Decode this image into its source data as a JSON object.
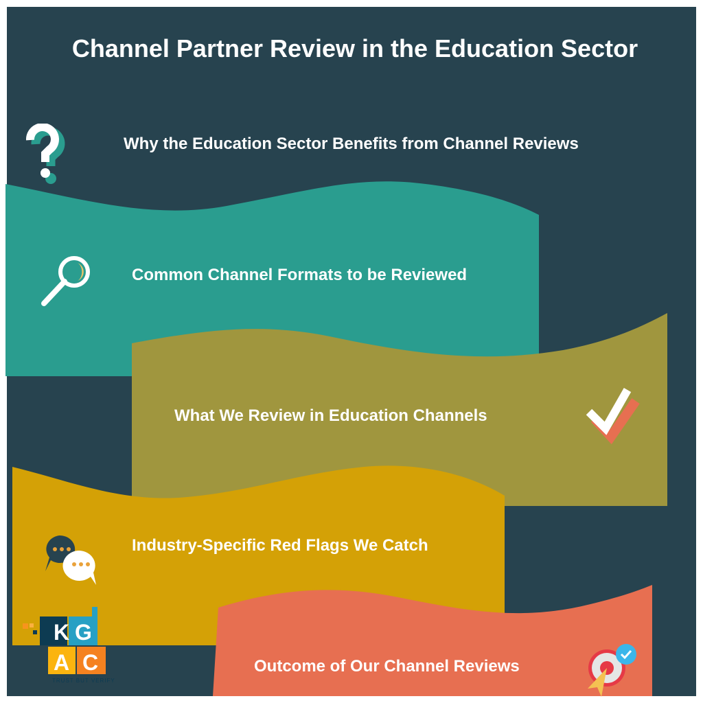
{
  "title": "Channel Partner Review in the Education Sector",
  "sections": [
    {
      "label": "Why the Education Sector Benefits from Channel Reviews",
      "icon": "question-mark-icon",
      "color": "#27414f"
    },
    {
      "label": "Common Channel Formats to be Reviewed",
      "icon": "magnifier-icon",
      "color": "#2a9d8f"
    },
    {
      "label": "What We Review in Education Channels",
      "icon": "checkmark-icon",
      "color": "#a0963e"
    },
    {
      "label": "Industry-Specific Red Flags We Catch",
      "icon": "chat-bubbles-icon",
      "color": "#d4a106"
    },
    {
      "label": "Outcome of Our Channel Reviews",
      "icon": "target-icon",
      "color": "#e76f51"
    }
  ],
  "logo": {
    "letters": [
      "K",
      "G",
      "A",
      "C"
    ],
    "tagline": "TRUST BUT VERIFY"
  }
}
